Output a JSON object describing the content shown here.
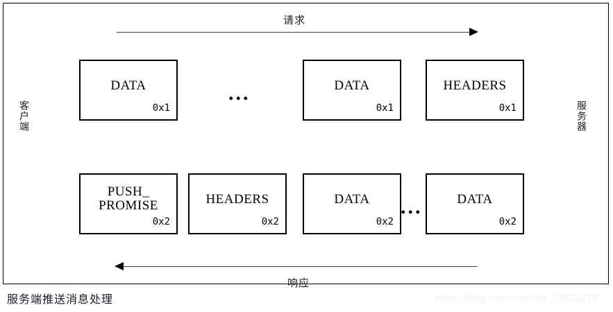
{
  "diagram": {
    "caption": "服务端推送消息处理",
    "watermark": "https://blog.csdn.net/m0_37621078",
    "endpoints": {
      "left_label": "客户端",
      "right_label": "服务器"
    },
    "arrows": [
      {
        "name": "request",
        "label": "请求",
        "direction": "right"
      },
      {
        "name": "response",
        "label": "响应",
        "direction": "left"
      }
    ],
    "ellipsis_glyph": "...",
    "rows": [
      {
        "name": "request-row",
        "frames": [
          {
            "name": "DATA",
            "code": "0x1"
          },
          {
            "name": "DATA",
            "code": "0x1"
          },
          {
            "name": "HEADERS",
            "code": "0x1"
          }
        ]
      },
      {
        "name": "response-row",
        "frames": [
          {
            "name_line1": "PUSH_",
            "name_line2": "PROMISE",
            "code": "0x2"
          },
          {
            "name": "HEADERS",
            "code": "0x2"
          },
          {
            "name": "DATA",
            "code": "0x2"
          },
          {
            "name": "DATA",
            "code": "0x2"
          }
        ]
      }
    ],
    "colors": {
      "frame_border": "#000000",
      "box_border": "#000000",
      "arrow": "#3d3d3d",
      "text": "#1b1b2b",
      "watermark": "#f2f2f2"
    }
  }
}
